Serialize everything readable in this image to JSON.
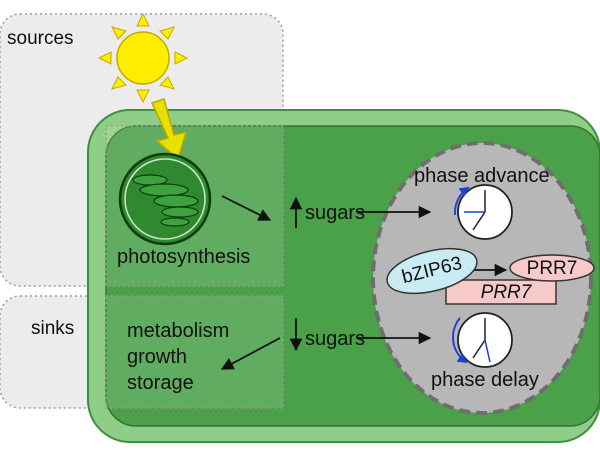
{
  "regions": {
    "sources_label": "sources",
    "sinks_label": "sinks"
  },
  "chloroplast": {
    "label": "photosynthesis"
  },
  "sugars": {
    "up_label": "sugars",
    "down_label": "sugars"
  },
  "sink_processes": [
    "metabolism",
    "growth",
    "storage"
  ],
  "nucleus": {
    "phase_advance_label": "phase advance",
    "phase_delay_label": "phase delay",
    "bzip63_label": "bZIP63",
    "prr7_protein_label": "PRR7",
    "prr7_gene_label": "PRR7"
  },
  "colors": {
    "cell_outer": "#8fce88",
    "cell_inner": "#4aa14a",
    "region_box": "#ececec",
    "nucleus": "#b7b7b7",
    "sun": "#ffee00",
    "sun_arrow": "#e8e000",
    "bzip63_fill": "#c9ebf4",
    "prr7_fill": "#f7c9c9",
    "clock_arrow": "#1f3fd6"
  }
}
